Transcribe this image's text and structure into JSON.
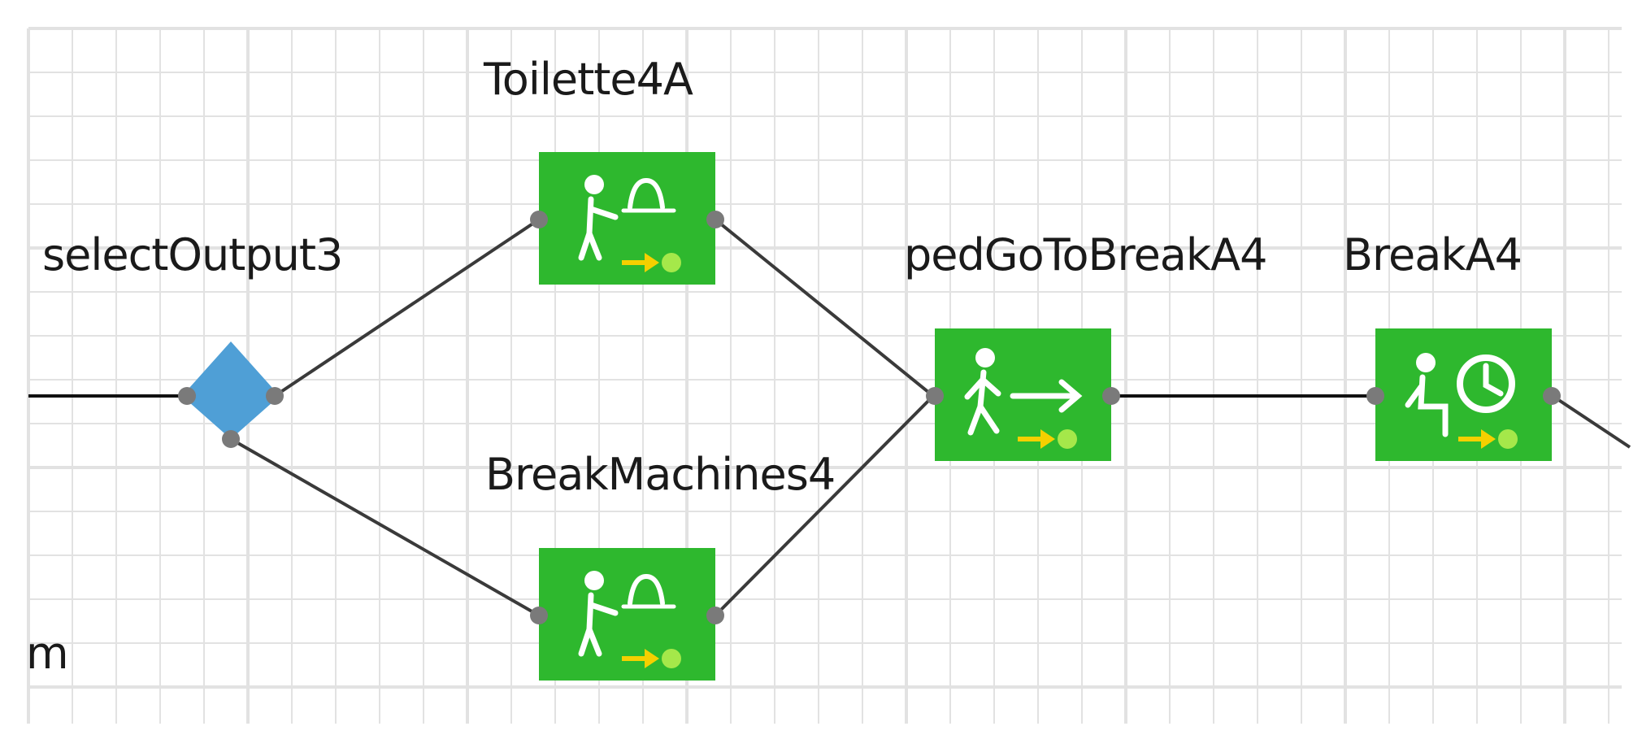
{
  "diagram": {
    "blocks": [
      {
        "id": "select_output",
        "label": "selectOutput3",
        "type": "decision",
        "icon": "diamond-icon"
      },
      {
        "id": "toilette",
        "label": "Toilette4A",
        "type": "service",
        "icon": "ped-service-icon"
      },
      {
        "id": "break_machines",
        "label": "BreakMachines4",
        "type": "service",
        "icon": "ped-service-icon"
      },
      {
        "id": "ped_go_to",
        "label": "pedGoToBreakA4",
        "type": "goto",
        "icon": "ped-walk-arrow-icon"
      },
      {
        "id": "break_a4",
        "label": "BreakA4",
        "type": "wait",
        "icon": "ped-wait-clock-icon"
      }
    ],
    "edge_label": "m",
    "colors": {
      "block_fill": "#2eb82e",
      "decision_fill": "#4f9fd6",
      "port_fill": "#7a7a7a",
      "arrow": "#f5d000",
      "dot": "#a5e84a",
      "grid": "#e2e2e2",
      "connector": "#3a3a3a"
    }
  }
}
